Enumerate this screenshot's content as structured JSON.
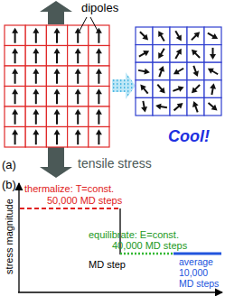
{
  "diagram": {
    "labels": [
      "dipoles",
      "(a)",
      "tensile stress",
      "Cool!",
      "(b)",
      "stress magnitude",
      "thermalize: T=const.",
      "50,000 MD steps",
      "equilibrate: E=const.",
      "40,000 MD steps",
      "MD step",
      "average",
      "10,000",
      "MD steps"
    ]
  }
}
